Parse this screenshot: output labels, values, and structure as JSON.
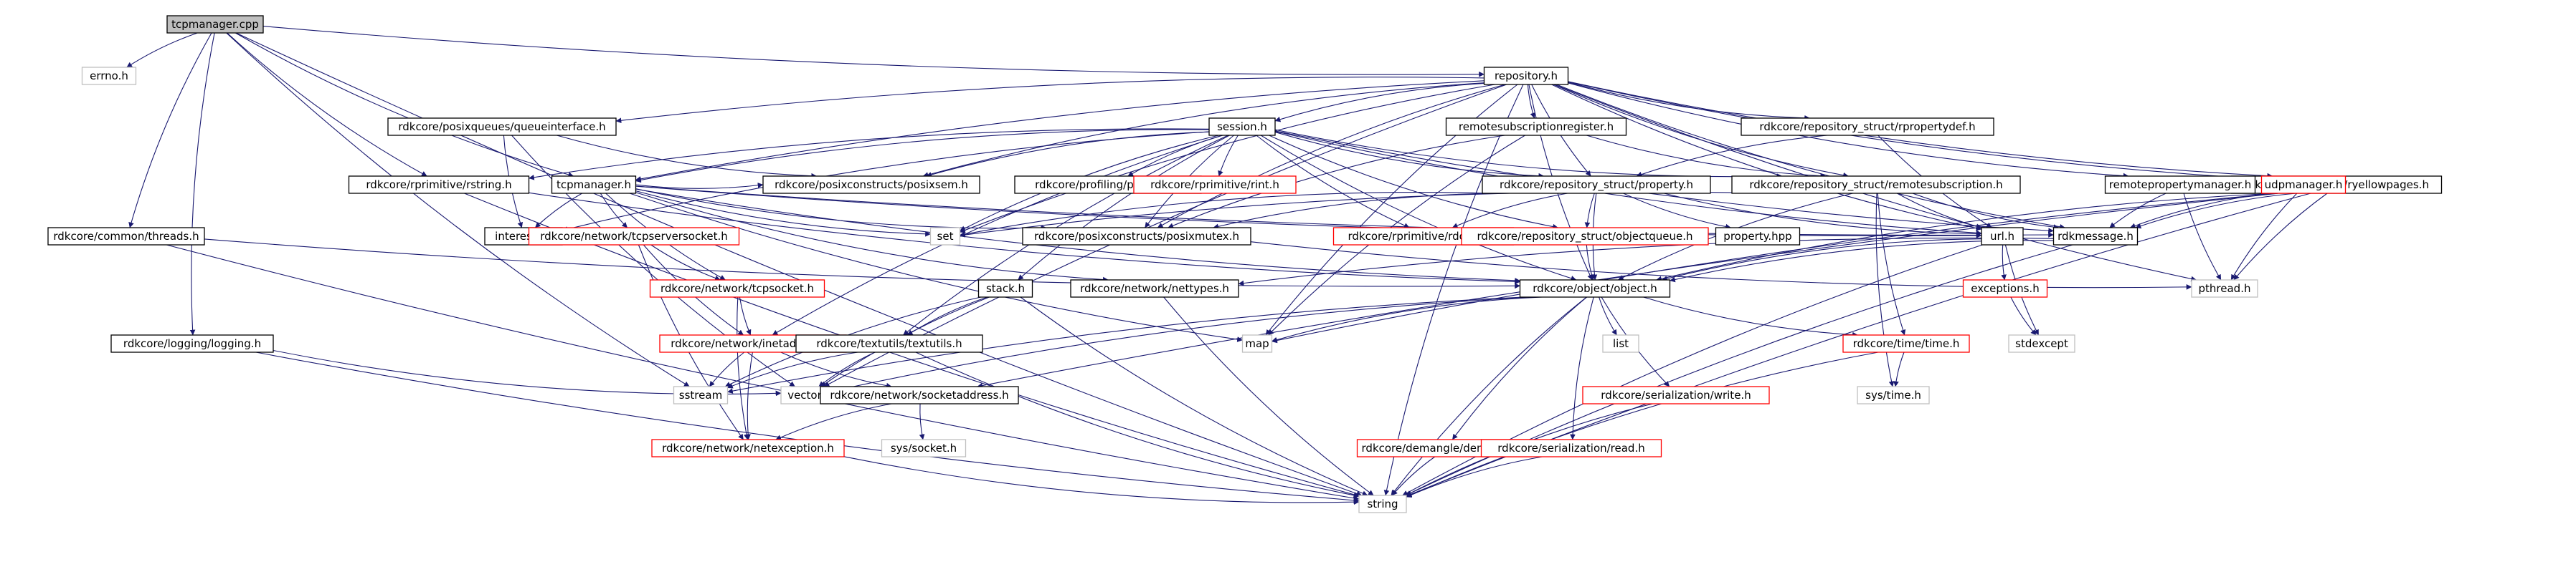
{
  "graph": {
    "colors": {
      "edge": "#191970",
      "default_border": "#000000",
      "incomplete_border": "#ff0000",
      "external_border": "#bfbfbf",
      "root_fill": "#bfbfbf",
      "text": "#000000"
    },
    "nodes": [
      {
        "id": "tcpmanager_cpp",
        "label": "tcpmanager.cpp",
        "style": "root"
      },
      {
        "id": "errno_h",
        "label": "errno.h",
        "style": "external"
      },
      {
        "id": "repository_h",
        "label": "repository.h",
        "style": "normal"
      },
      {
        "id": "queueinterface_h",
        "label": "rdkcore/posixqueues/queueinterface.h",
        "style": "normal"
      },
      {
        "id": "session_h",
        "label": "session.h",
        "style": "normal"
      },
      {
        "id": "remotesubscriptionregister_h",
        "label": "remotesubscriptionregister.h",
        "style": "normal"
      },
      {
        "id": "rpropertydef_h",
        "label": "rdkcore/repository_struct/rpropertydef.h",
        "style": "normal"
      },
      {
        "id": "yellowpages_h",
        "label": "rdkcore/rdkobjects/ryellowpages.h",
        "style": "normal"
      },
      {
        "id": "rstring_h",
        "label": "rdkcore/rprimitive/rstring.h",
        "style": "normal"
      },
      {
        "id": "posixsem_h",
        "label": "rdkcore/posixconstructs/posixsem.h",
        "style": "normal"
      },
      {
        "id": "profiling_h",
        "label": "rdkcore/profiling/profiling.h",
        "style": "normal"
      },
      {
        "id": "rint_h",
        "label": "rdkcore/rprimitive/rint.h",
        "style": "incomplete"
      },
      {
        "id": "property_h",
        "label": "rdkcore/repository_struct/property.h",
        "style": "normal"
      },
      {
        "id": "remotesubscription_h",
        "label": "rdkcore/repository_struct/remotesubscription.h",
        "style": "normal"
      },
      {
        "id": "remotepropertymanager_h",
        "label": "remotepropertymanager.h",
        "style": "normal"
      },
      {
        "id": "udpmanager_h",
        "label": "udpmanager.h",
        "style": "incomplete"
      },
      {
        "id": "threads_h",
        "label": "rdkcore/common/threads.h",
        "style": "normal"
      },
      {
        "id": "tcpmanager_h",
        "label": "tcpmanager.h",
        "style": "normal"
      },
      {
        "id": "interests_h",
        "label": "interests.h",
        "style": "normal"
      },
      {
        "id": "tcpserversocket_h",
        "label": "rdkcore/network/tcpserversocket.h",
        "style": "incomplete"
      },
      {
        "id": "set",
        "label": "set",
        "style": "external"
      },
      {
        "id": "posixmutex_h",
        "label": "rdkcore/posixconstructs/posixmutex.h",
        "style": "normal"
      },
      {
        "id": "rdouble_h",
        "label": "rdkcore/rprimitive/rdouble.h",
        "style": "incomplete"
      },
      {
        "id": "objectqueue_h",
        "label": "rdkcore/repository_struct/objectqueue.h",
        "style": "incomplete"
      },
      {
        "id": "property_hpp",
        "label": "property.hpp",
        "style": "normal"
      },
      {
        "id": "url_h",
        "label": "url.h",
        "style": "normal"
      },
      {
        "id": "rdkmessage_h",
        "label": "rdkmessage.h",
        "style": "normal"
      },
      {
        "id": "tcpsocket_h",
        "label": "rdkcore/network/tcpsocket.h",
        "style": "incomplete"
      },
      {
        "id": "stack_h",
        "label": "stack.h",
        "style": "normal"
      },
      {
        "id": "nettypes_h",
        "label": "rdkcore/network/nettypes.h",
        "style": "normal"
      },
      {
        "id": "object_h",
        "label": "rdkcore/object/object.h",
        "style": "normal"
      },
      {
        "id": "exceptions_h",
        "label": "exceptions.h",
        "style": "incomplete"
      },
      {
        "id": "pthread_h",
        "label": "pthread.h",
        "style": "external"
      },
      {
        "id": "logging_h",
        "label": "rdkcore/logging/logging.h",
        "style": "normal"
      },
      {
        "id": "inetaddress_h",
        "label": "rdkcore/network/inetaddress.h",
        "style": "incomplete"
      },
      {
        "id": "textutils_h",
        "label": "rdkcore/textutils/textutils.h",
        "style": "normal"
      },
      {
        "id": "map",
        "label": "map",
        "style": "external"
      },
      {
        "id": "list",
        "label": "list",
        "style": "external"
      },
      {
        "id": "time_h",
        "label": "rdkcore/time/time.h",
        "style": "incomplete"
      },
      {
        "id": "stdexcept",
        "label": "stdexcept",
        "style": "external"
      },
      {
        "id": "sstream",
        "label": "sstream",
        "style": "external"
      },
      {
        "id": "vector",
        "label": "vector",
        "style": "external"
      },
      {
        "id": "socketaddress_h",
        "label": "rdkcore/network/socketaddress.h",
        "style": "normal"
      },
      {
        "id": "write_h",
        "label": "rdkcore/serialization/write.h",
        "style": "incomplete"
      },
      {
        "id": "sys_time_h",
        "label": "sys/time.h",
        "style": "external"
      },
      {
        "id": "sys_socket_h",
        "label": "sys/socket.h",
        "style": "external"
      },
      {
        "id": "netexception_h",
        "label": "rdkcore/network/netexception.h",
        "style": "incomplete"
      },
      {
        "id": "demangle_h",
        "label": "rdkcore/demangle/demangle.h",
        "style": "incomplete"
      },
      {
        "id": "read_h",
        "label": "rdkcore/serialization/read.h",
        "style": "incomplete"
      },
      {
        "id": "string",
        "label": "string",
        "style": "external"
      }
    ],
    "edges": [
      [
        "tcpmanager_cpp",
        "errno_h"
      ],
      [
        "tcpmanager_cpp",
        "repository_h"
      ],
      [
        "tcpmanager_cpp",
        "tcpmanager_h"
      ],
      [
        "tcpmanager_cpp",
        "rstring_h"
      ],
      [
        "tcpmanager_cpp",
        "threads_h"
      ],
      [
        "tcpmanager_cpp",
        "logging_h"
      ],
      [
        "tcpmanager_cpp",
        "sstream"
      ],
      [
        "tcpmanager_cpp",
        "string"
      ],
      [
        "repository_h",
        "queueinterface_h"
      ],
      [
        "repository_h",
        "session_h"
      ],
      [
        "repository_h",
        "remotesubscriptionregister_h"
      ],
      [
        "repository_h",
        "rpropertydef_h"
      ],
      [
        "repository_h",
        "yellowpages_h"
      ],
      [
        "repository_h",
        "remotepropertymanager_h"
      ],
      [
        "repository_h",
        "udpmanager_h"
      ],
      [
        "repository_h",
        "tcpmanager_h"
      ],
      [
        "repository_h",
        "posixsem_h"
      ],
      [
        "repository_h",
        "posixmutex_h"
      ],
      [
        "repository_h",
        "property_h"
      ],
      [
        "repository_h",
        "remotesubscription_h"
      ],
      [
        "repository_h",
        "rdkmessage_h"
      ],
      [
        "repository_h",
        "url_h"
      ],
      [
        "repository_h",
        "object_h"
      ],
      [
        "repository_h",
        "set"
      ],
      [
        "repository_h",
        "map"
      ],
      [
        "repository_h",
        "vector"
      ],
      [
        "repository_h",
        "string"
      ],
      [
        "repository_h",
        "pthread_h"
      ],
      [
        "queueinterface_h",
        "posixsem_h"
      ],
      [
        "queueinterface_h",
        "interests_h"
      ],
      [
        "queueinterface_h",
        "vector"
      ],
      [
        "session_h",
        "rstring_h"
      ],
      [
        "session_h",
        "posixsem_h"
      ],
      [
        "session_h",
        "profiling_h"
      ],
      [
        "session_h",
        "rint_h"
      ],
      [
        "session_h",
        "property_h"
      ],
      [
        "session_h",
        "remotesubscription_h"
      ],
      [
        "session_h",
        "tcpmanager_h"
      ],
      [
        "session_h",
        "set"
      ],
      [
        "session_h",
        "posixmutex_h"
      ],
      [
        "session_h",
        "rdouble_h"
      ],
      [
        "session_h",
        "objectqueue_h"
      ],
      [
        "session_h",
        "stack_h"
      ],
      [
        "session_h",
        "textutils_h"
      ],
      [
        "session_h",
        "object_h"
      ],
      [
        "session_h",
        "rdkmessage_h"
      ],
      [
        "session_h",
        "url_h"
      ],
      [
        "session_h",
        "inetaddress_h"
      ],
      [
        "session_h",
        "interests_h"
      ],
      [
        "remotesubscriptionregister_h",
        "remotesubscription_h"
      ],
      [
        "remotesubscriptionregister_h",
        "posixmutex_h"
      ],
      [
        "remotesubscriptionregister_h",
        "map"
      ],
      [
        "rpropertydef_h",
        "property_h"
      ],
      [
        "rpropertydef_h",
        "url_h"
      ],
      [
        "yellowpages_h",
        "rdkmessage_h"
      ],
      [
        "yellowpages_h",
        "object_h"
      ],
      [
        "yellowpages_h",
        "map"
      ],
      [
        "yellowpages_h",
        "pthread_h"
      ],
      [
        "yellowpages_h",
        "socketaddress_h"
      ],
      [
        "yellowpages_h",
        "string"
      ],
      [
        "rstring_h",
        "object_h"
      ],
      [
        "rstring_h",
        "string"
      ],
      [
        "property_h",
        "set"
      ],
      [
        "property_h",
        "posixmutex_h"
      ],
      [
        "property_h",
        "rdouble_h"
      ],
      [
        "property_h",
        "objectqueue_h"
      ],
      [
        "property_h",
        "property_hpp"
      ],
      [
        "property_h",
        "url_h"
      ],
      [
        "property_h",
        "object_h"
      ],
      [
        "remotesubscription_h",
        "url_h"
      ],
      [
        "remotesubscription_h",
        "rdkmessage_h"
      ],
      [
        "remotesubscription_h",
        "object_h"
      ],
      [
        "remotesubscription_h",
        "set"
      ],
      [
        "remotesubscription_h",
        "sys_time_h"
      ],
      [
        "remotesubscription_h",
        "time_h"
      ],
      [
        "remotepropertymanager_h",
        "rdkmessage_h"
      ],
      [
        "remotepropertymanager_h",
        "pthread_h"
      ],
      [
        "udpmanager_h",
        "rdkmessage_h"
      ],
      [
        "udpmanager_h",
        "pthread_h"
      ],
      [
        "threads_h",
        "object_h"
      ],
      [
        "threads_h",
        "string"
      ],
      [
        "tcpmanager_h",
        "interests_h"
      ],
      [
        "tcpmanager_h",
        "tcpserversocket_h"
      ],
      [
        "tcpmanager_h",
        "tcpsocket_h"
      ],
      [
        "tcpmanager_h",
        "set"
      ],
      [
        "tcpmanager_h",
        "posixsem_h"
      ],
      [
        "tcpmanager_h",
        "posixmutex_h"
      ],
      [
        "tcpmanager_h",
        "nettypes_h"
      ],
      [
        "tcpmanager_h",
        "object_h"
      ],
      [
        "tcpmanager_h",
        "rdkmessage_h"
      ],
      [
        "tcpmanager_h",
        "map"
      ],
      [
        "tcpmanager_h",
        "url_h"
      ],
      [
        "tcpserversocket_h",
        "tcpsocket_h"
      ],
      [
        "tcpserversocket_h",
        "inetaddress_h"
      ],
      [
        "tcpserversocket_h",
        "netexception_h"
      ],
      [
        "posixmutex_h",
        "pthread_h"
      ],
      [
        "objectqueue_h",
        "object_h"
      ],
      [
        "url_h",
        "exceptions_h"
      ],
      [
        "url_h",
        "stdexcept"
      ],
      [
        "url_h",
        "string"
      ],
      [
        "url_h",
        "object_h"
      ],
      [
        "rdkmessage_h",
        "object_h"
      ],
      [
        "rdkmessage_h",
        "string"
      ],
      [
        "rdkmessage_h",
        "nettypes_h"
      ],
      [
        "tcpsocket_h",
        "inetaddress_h"
      ],
      [
        "tcpsocket_h",
        "netexception_h"
      ],
      [
        "stack_h",
        "textutils_h"
      ],
      [
        "stack_h",
        "vector"
      ],
      [
        "stack_h",
        "sstream"
      ],
      [
        "stack_h",
        "string"
      ],
      [
        "nettypes_h",
        "string"
      ],
      [
        "object_h",
        "map"
      ],
      [
        "object_h",
        "list"
      ],
      [
        "object_h",
        "vector"
      ],
      [
        "object_h",
        "time_h"
      ],
      [
        "object_h",
        "string"
      ],
      [
        "object_h",
        "demangle_h"
      ],
      [
        "object_h",
        "write_h"
      ],
      [
        "object_h",
        "read_h"
      ],
      [
        "object_h",
        "sstream"
      ],
      [
        "exceptions_h",
        "stdexcept"
      ],
      [
        "logging_h",
        "vector"
      ],
      [
        "logging_h",
        "string"
      ],
      [
        "inetaddress_h",
        "socketaddress_h"
      ],
      [
        "inetaddress_h",
        "netexception_h"
      ],
      [
        "inetaddress_h",
        "sstream"
      ],
      [
        "textutils_h",
        "string"
      ],
      [
        "textutils_h",
        "vector"
      ],
      [
        "textutils_h",
        "sstream"
      ],
      [
        "time_h",
        "sys_time_h"
      ],
      [
        "time_h",
        "string"
      ],
      [
        "socketaddress_h",
        "sys_socket_h"
      ],
      [
        "socketaddress_h",
        "netexception_h"
      ],
      [
        "write_h",
        "string"
      ],
      [
        "netexception_h",
        "string"
      ],
      [
        "demangle_h",
        "string"
      ],
      [
        "read_h",
        "string"
      ]
    ]
  }
}
